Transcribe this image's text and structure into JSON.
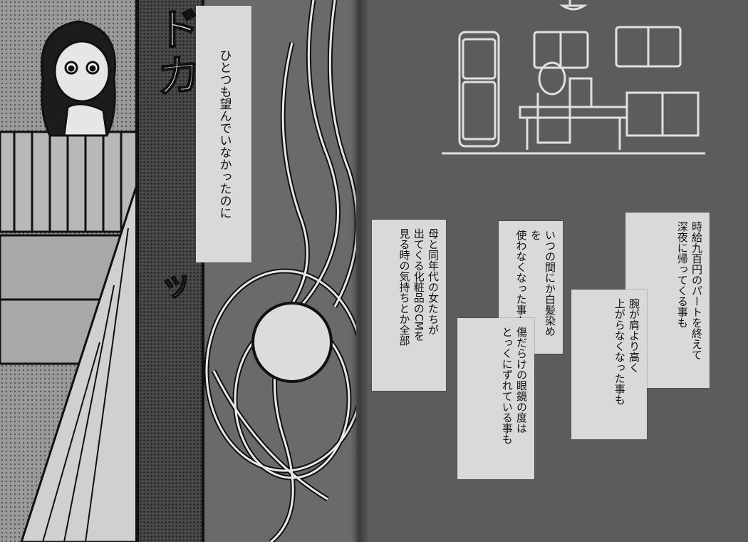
{
  "sound_effects": {
    "dokaga": "ドカ",
    "dosha": "ッ"
  },
  "captions": {
    "hitotsu": "ひとつも望んでいなかったのに",
    "haha": [
      "母と同年代の女たちが",
      "出てくる化粧品のCMを",
      "見る時の気持ちとか全部"
    ],
    "itsunoma": [
      "いつの間にか白髪染めを",
      "使わなくなった事も"
    ],
    "kizu": [
      "傷だらけの眼鏡の度は",
      "とっくにずれている事も"
    ],
    "jikyu": [
      "時給九百円のパートを終えて",
      "深夜に帰ってくる事も"
    ],
    "ude": [
      "腕が肩より高く",
      "上がらなくなった事も"
    ]
  },
  "colors": {
    "caption_bg": "#d9d9d9",
    "ink": "#111111",
    "page_light": "#7a7a7a",
    "page_dark": "#5c5c5c"
  }
}
